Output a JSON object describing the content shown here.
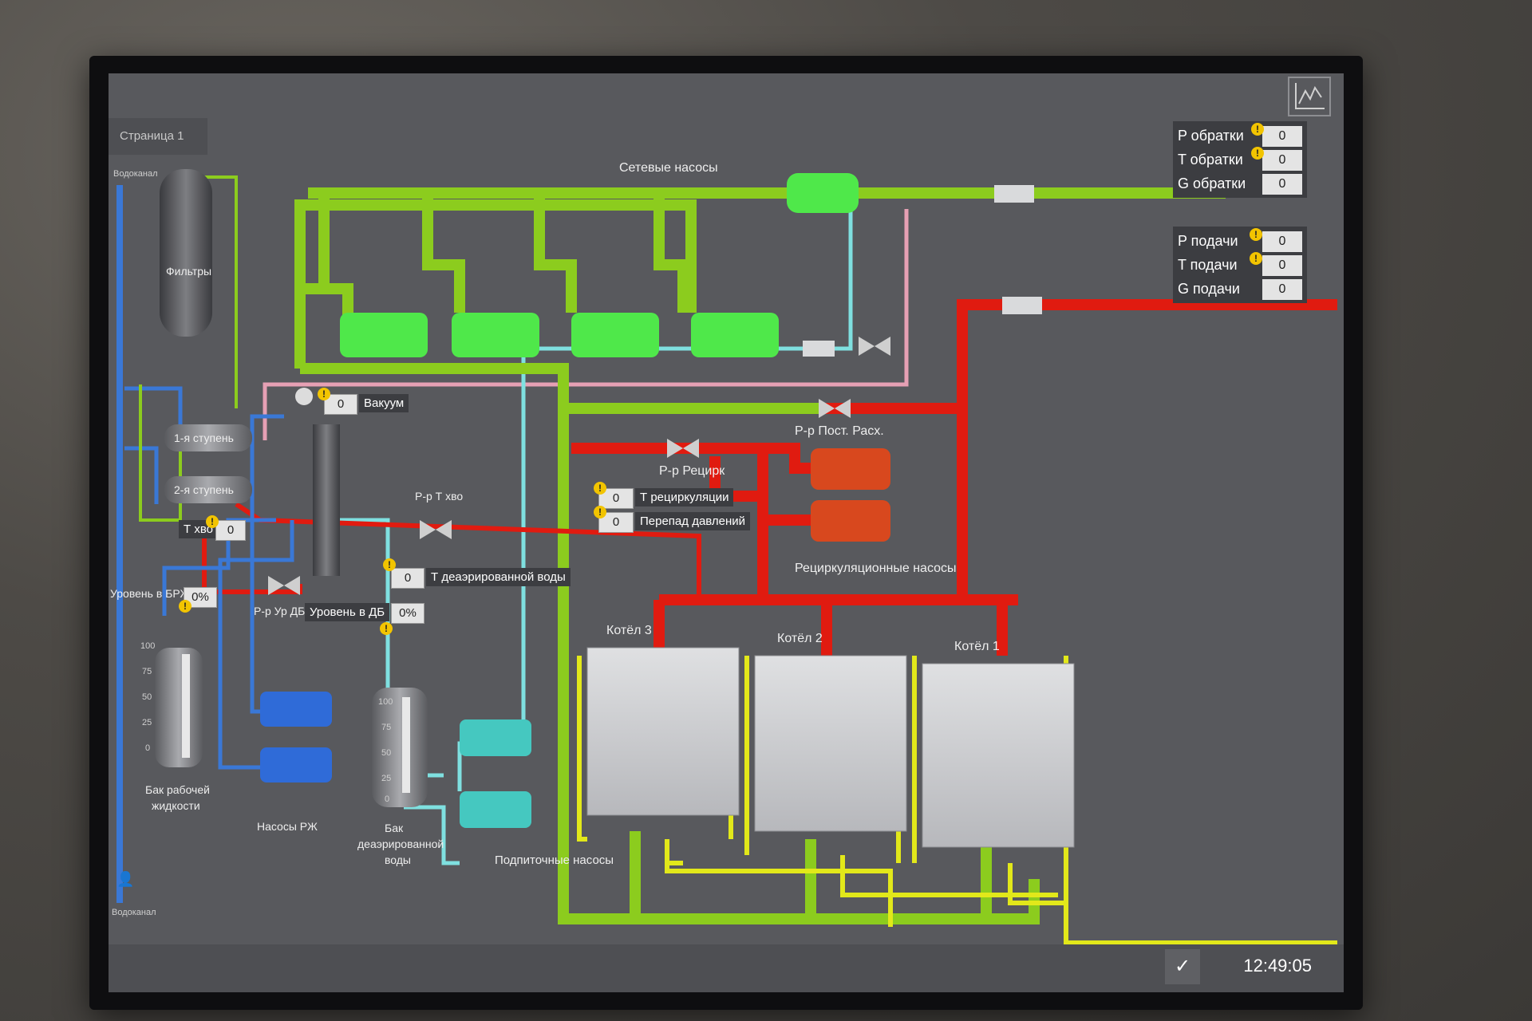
{
  "tab": {
    "page": "Страница 1"
  },
  "header": {
    "net_pumps": "Сетевые насосы"
  },
  "icons": {
    "trend": "trend-chart-icon",
    "user": "user-icon",
    "ok": "checkmark-icon"
  },
  "left": {
    "vodokanal_top": "Водоканал",
    "vodokanal_bottom": "Водоканал",
    "filters": "Фильтры",
    "stage1": "1-я ступень",
    "stage2": "2-я ступень",
    "t_hvo_label": "Т хво",
    "t_hvo_value": "0",
    "vacuum_label": "Вакуум",
    "vacuum_value": "0",
    "rr_t_hvo": "Р-р Т хво",
    "rr_ur_db": "Р-р Ур ДБ",
    "level_brzh_label": "Уровень в БРЖ",
    "level_brzh_value": "0%",
    "level_db_label": "Уровень в ДБ",
    "level_db_value": "0%",
    "t_deaer_label": "Т деаэрированной воды",
    "t_deaer_value": "0",
    "tank_rzh_line1": "Бак рабочей",
    "tank_rzh_line2": "жидкости",
    "pumps_rzh": "Насосы РЖ",
    "tank_deaer_line1": "Бак",
    "tank_deaer_line2": "деаэрированной",
    "tank_deaer_line3": "воды",
    "makeup_pumps": "Подпиточные насосы",
    "scale": [
      "100",
      "75",
      "50",
      "25",
      "0"
    ]
  },
  "right": {
    "p_return_label": "P обратки",
    "p_return_value": "0",
    "t_return_label": "T обратки",
    "t_return_value": "0",
    "g_return_label": "G обратки",
    "g_return_value": "0",
    "p_supply_label": "P подачи",
    "p_supply_value": "0",
    "t_supply_label": "T подачи",
    "t_supply_value": "0",
    "g_supply_label": "G подачи",
    "g_supply_value": "0",
    "rr_post_rash": "Р-р Пост. Расх.",
    "rr_recirc": "Р-р Рецирк",
    "t_recirc_label": "Т рециркуляции",
    "t_recirc_value": "0",
    "dp_label": "Перепад давлений",
    "dp_value": "0",
    "recirc_pumps": "Рециркуляционные насосы",
    "boiler3": "Котёл 3",
    "boiler2": "Котёл 2",
    "boiler1": "Котёл 1"
  },
  "footer": {
    "time": "12:49:05",
    "ok": "✓"
  },
  "colors": {
    "green": "#8ccc1e",
    "red": "#e01b10",
    "blue": "#3a78d6",
    "cyan": "#7fe0e0",
    "pink": "#e6a0b4",
    "yellow": "#e2e81a",
    "pump_green": "#4fe84a",
    "pump_red": "#d8481e",
    "pump_blue": "#2f6bd8",
    "pump_cyan": "#45c8c0"
  }
}
